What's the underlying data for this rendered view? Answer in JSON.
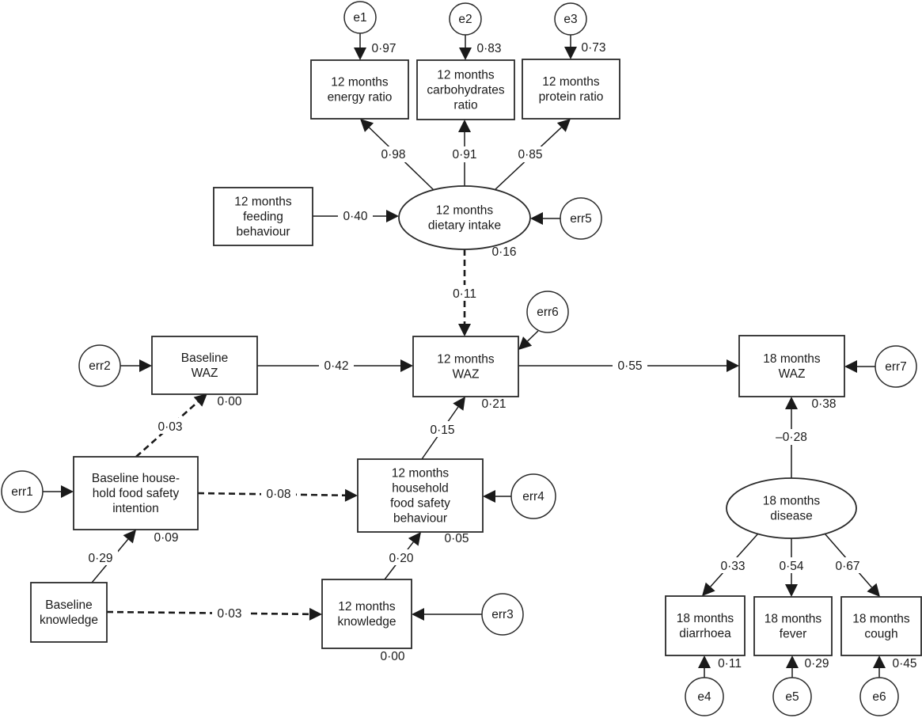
{
  "title": "Structural equation model path diagram",
  "nodes": [
    {
      "id": "e1",
      "shape": "circle",
      "lines": [
        "e1"
      ]
    },
    {
      "id": "e2",
      "shape": "circle",
      "lines": [
        "e2"
      ]
    },
    {
      "id": "e3",
      "shape": "circle",
      "lines": [
        "e3"
      ]
    },
    {
      "id": "energy12",
      "shape": "rect",
      "lines": [
        "12 months",
        "energy ratio"
      ],
      "r2": "0·97"
    },
    {
      "id": "carb12",
      "shape": "rect",
      "lines": [
        "12 months",
        "carbohydrates",
        "ratio"
      ],
      "r2": "0·83"
    },
    {
      "id": "protein12",
      "shape": "rect",
      "lines": [
        "12 months",
        "protein ratio"
      ],
      "r2": "0·73"
    },
    {
      "id": "feeding12",
      "shape": "rect",
      "lines": [
        "12 months",
        "feeding",
        "behaviour"
      ]
    },
    {
      "id": "dietary12",
      "shape": "ellipse",
      "lines": [
        "12 months",
        "dietary intake"
      ],
      "r2": "0·16"
    },
    {
      "id": "err5",
      "shape": "circle",
      "lines": [
        "err5"
      ]
    },
    {
      "id": "err6",
      "shape": "circle",
      "lines": [
        "err6"
      ]
    },
    {
      "id": "err2",
      "shape": "circle",
      "lines": [
        "err2"
      ]
    },
    {
      "id": "baseWAZ",
      "shape": "rect",
      "lines": [
        "Baseline",
        "WAZ"
      ],
      "r2": "0·00"
    },
    {
      "id": "waz12",
      "shape": "rect",
      "lines": [
        "12 months",
        "WAZ"
      ],
      "r2": "0·21"
    },
    {
      "id": "waz18",
      "shape": "rect",
      "lines": [
        "18 months",
        "WAZ"
      ],
      "r2": "0·38"
    },
    {
      "id": "err7",
      "shape": "circle",
      "lines": [
        "err7"
      ]
    },
    {
      "id": "err1",
      "shape": "circle",
      "lines": [
        "err1"
      ]
    },
    {
      "id": "baseIntent",
      "shape": "rect",
      "lines": [
        "Baseline house-",
        "hold food safety",
        "intention"
      ],
      "r2": "0·09"
    },
    {
      "id": "behav12",
      "shape": "rect",
      "lines": [
        "12 months",
        "household",
        "food safety",
        "behaviour"
      ],
      "r2": "0·05"
    },
    {
      "id": "err4",
      "shape": "circle",
      "lines": [
        "err4"
      ]
    },
    {
      "id": "baseKnow",
      "shape": "rect",
      "lines": [
        "Baseline",
        "knowledge"
      ]
    },
    {
      "id": "know12",
      "shape": "rect",
      "lines": [
        "12 months",
        "knowledge"
      ],
      "r2": "0·00"
    },
    {
      "id": "err3",
      "shape": "circle",
      "lines": [
        "err3"
      ]
    },
    {
      "id": "disease18",
      "shape": "ellipse",
      "lines": [
        "18 months",
        "disease"
      ]
    },
    {
      "id": "diarrhoea18",
      "shape": "rect",
      "lines": [
        "18 months",
        "diarrhoea"
      ],
      "r2": "0·11"
    },
    {
      "id": "fever18",
      "shape": "rect",
      "lines": [
        "18 months",
        "fever"
      ],
      "r2": "0·29"
    },
    {
      "id": "cough18",
      "shape": "rect",
      "lines": [
        "18 months",
        "cough"
      ],
      "r2": "0·45"
    },
    {
      "id": "e4",
      "shape": "circle",
      "lines": [
        "e4"
      ]
    },
    {
      "id": "e5",
      "shape": "circle",
      "lines": [
        "e5"
      ]
    },
    {
      "id": "e6",
      "shape": "circle",
      "lines": [
        "e6"
      ]
    }
  ],
  "edges": [
    {
      "from": "e1",
      "to": "energy12",
      "style": "solid"
    },
    {
      "from": "e2",
      "to": "carb12",
      "style": "solid"
    },
    {
      "from": "e3",
      "to": "protein12",
      "style": "solid"
    },
    {
      "from": "dietary12",
      "to": "energy12",
      "style": "solid",
      "label": "0·98"
    },
    {
      "from": "dietary12",
      "to": "carb12",
      "style": "solid",
      "label": "0·91"
    },
    {
      "from": "dietary12",
      "to": "protein12",
      "style": "solid",
      "label": "0·85"
    },
    {
      "from": "feeding12",
      "to": "dietary12",
      "style": "solid",
      "label": "0·40"
    },
    {
      "from": "err5",
      "to": "dietary12",
      "style": "solid"
    },
    {
      "from": "dietary12",
      "to": "waz12",
      "style": "dashed",
      "label": "0·11"
    },
    {
      "from": "err6",
      "to": "waz12",
      "style": "solid"
    },
    {
      "from": "err2",
      "to": "baseWAZ",
      "style": "solid"
    },
    {
      "from": "baseWAZ",
      "to": "waz12",
      "style": "solid",
      "label": "0·42"
    },
    {
      "from": "waz12",
      "to": "waz18",
      "style": "solid",
      "label": "0·55"
    },
    {
      "from": "err7",
      "to": "waz18",
      "style": "solid"
    },
    {
      "from": "baseIntent",
      "to": "baseWAZ",
      "style": "dashed",
      "label": "0·03"
    },
    {
      "from": "err1",
      "to": "baseIntent",
      "style": "solid"
    },
    {
      "from": "baseIntent",
      "to": "behav12",
      "style": "dashed",
      "label": "0·08"
    },
    {
      "from": "behav12",
      "to": "waz12",
      "style": "solid",
      "label": "0·15"
    },
    {
      "from": "err4",
      "to": "behav12",
      "style": "solid"
    },
    {
      "from": "baseKnow",
      "to": "baseIntent",
      "style": "solid",
      "label": "0·29"
    },
    {
      "from": "baseKnow",
      "to": "know12",
      "style": "dashed",
      "label": "0·03"
    },
    {
      "from": "know12",
      "to": "behav12",
      "style": "solid",
      "label": "0·20"
    },
    {
      "from": "err3",
      "to": "know12",
      "style": "solid"
    },
    {
      "from": "disease18",
      "to": "waz18",
      "style": "solid",
      "label": "–0·28"
    },
    {
      "from": "disease18",
      "to": "diarrhoea18",
      "style": "solid",
      "label": "0·33"
    },
    {
      "from": "disease18",
      "to": "fever18",
      "style": "solid",
      "label": "0·54"
    },
    {
      "from": "disease18",
      "to": "cough18",
      "style": "solid",
      "label": "0·67"
    },
    {
      "from": "e4",
      "to": "diarrhoea18",
      "style": "solid"
    },
    {
      "from": "e5",
      "to": "fever18",
      "style": "solid"
    },
    {
      "from": "e6",
      "to": "cough18",
      "style": "solid"
    }
  ]
}
